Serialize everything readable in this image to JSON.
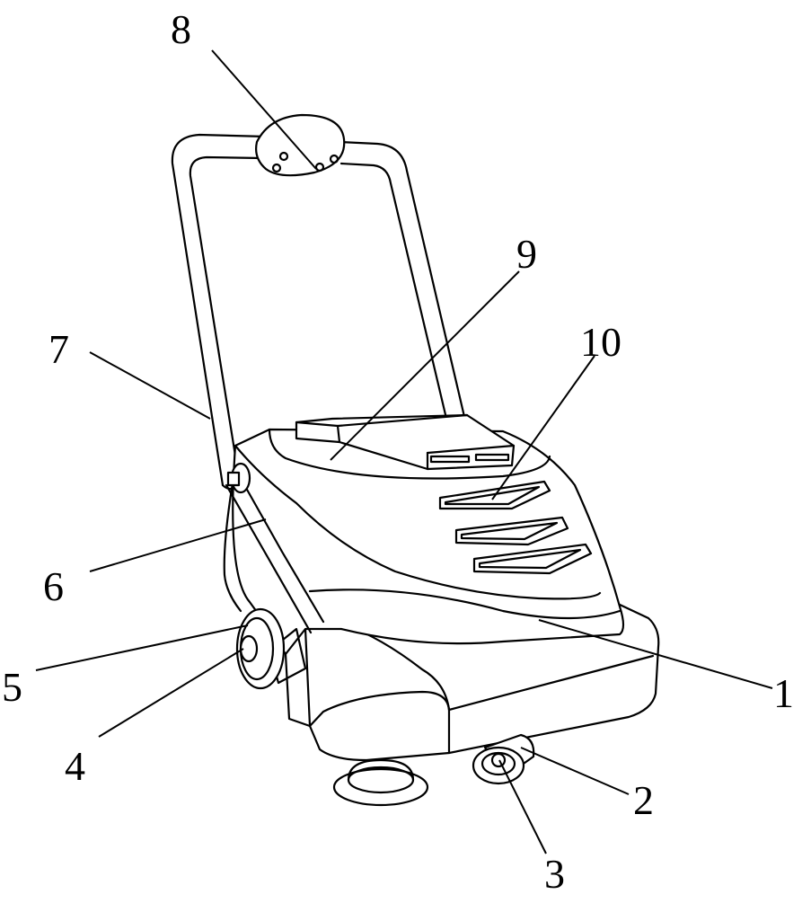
{
  "labels": [
    {
      "id": "1",
      "text": "1",
      "part": "machine-body"
    },
    {
      "id": "2",
      "text": "2",
      "part": "front-caster-bracket"
    },
    {
      "id": "3",
      "text": "3",
      "part": "front-caster-wheel"
    },
    {
      "id": "4",
      "text": "4",
      "part": "rear-wheel-hub"
    },
    {
      "id": "5",
      "text": "5",
      "part": "rear-wheel"
    },
    {
      "id": "6",
      "text": "6",
      "part": "support-frame"
    },
    {
      "id": "7",
      "text": "7",
      "part": "push-handle"
    },
    {
      "id": "8",
      "text": "8",
      "part": "control-panel"
    },
    {
      "id": "9",
      "text": "9",
      "part": "top-cover"
    },
    {
      "id": "10",
      "text": "10",
      "part": "air-vents"
    }
  ]
}
